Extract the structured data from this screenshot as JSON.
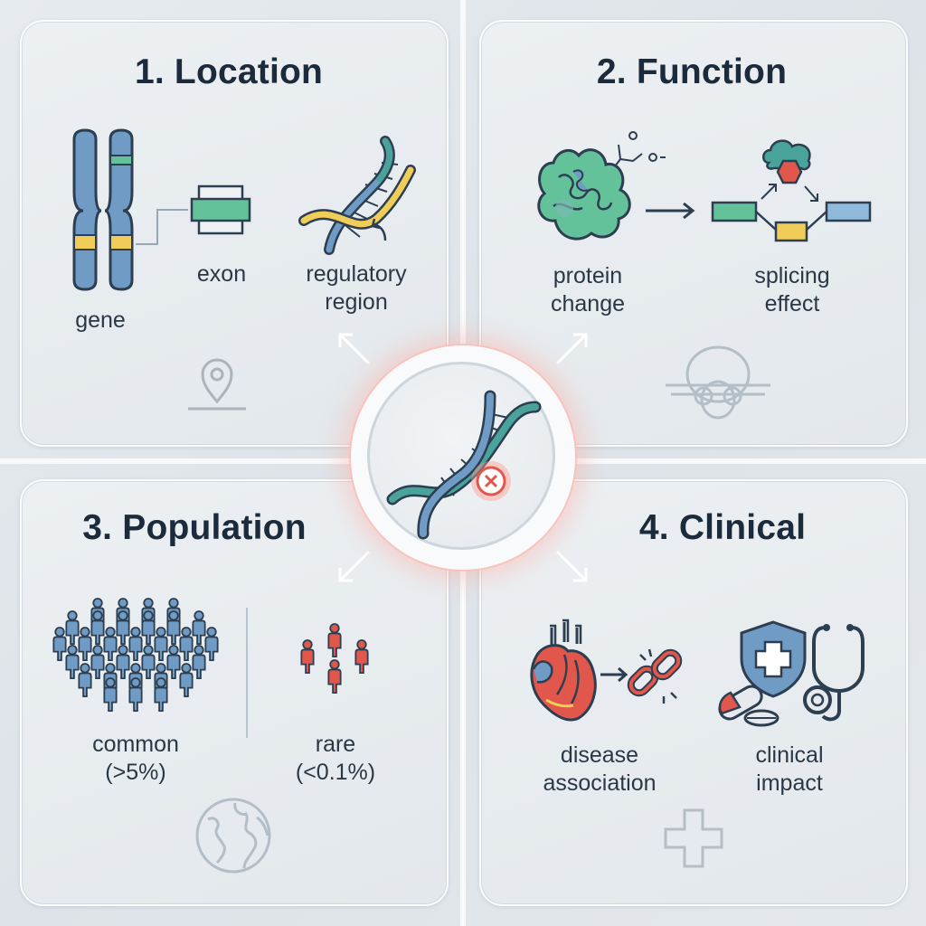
{
  "panels": {
    "location": {
      "title": "1. Location",
      "labels": {
        "gene": "gene",
        "exon": "exon",
        "regulatory_1": "regulatory",
        "regulatory_2": "region"
      },
      "icons": [
        "chromosome-icon",
        "exon-icon",
        "dna-helix-icon",
        "location-pin-icon"
      ]
    },
    "function": {
      "title": "2. Function",
      "labels": {
        "protein_1": "protein",
        "protein_2": "change",
        "splicing_1": "splicing",
        "splicing_2": "effect"
      },
      "icons": [
        "protein-icon",
        "arrow-right-icon",
        "splicing-icon",
        "molecule-icon"
      ]
    },
    "population": {
      "title": "3. Population",
      "labels": {
        "common_1": "common",
        "common_2": "(>5%)",
        "rare_1": "rare",
        "rare_2": "(<0.1%)"
      },
      "icons": [
        "crowd-icon",
        "few-people-icon",
        "globe-icon"
      ]
    },
    "clinical": {
      "title": "4. Clinical",
      "labels": {
        "disease_1": "disease",
        "disease_2": "association",
        "impact_1": "clinical",
        "impact_2": "impact"
      },
      "icons": [
        "heart-icon",
        "broken-link-icon",
        "shield-cross-icon",
        "stethoscope-icon",
        "pill-icon",
        "medical-cross-icon"
      ]
    }
  },
  "center": {
    "icon": "dna-mutation-icon"
  },
  "colors": {
    "title": "#1b2b3b",
    "blue": "#6f9bc4",
    "teal": "#4aa39a",
    "green": "#63c29a",
    "yellow": "#f0cc58",
    "red": "#e2574c",
    "outline": "#2c3e50",
    "faint": "#a9b4bd"
  }
}
